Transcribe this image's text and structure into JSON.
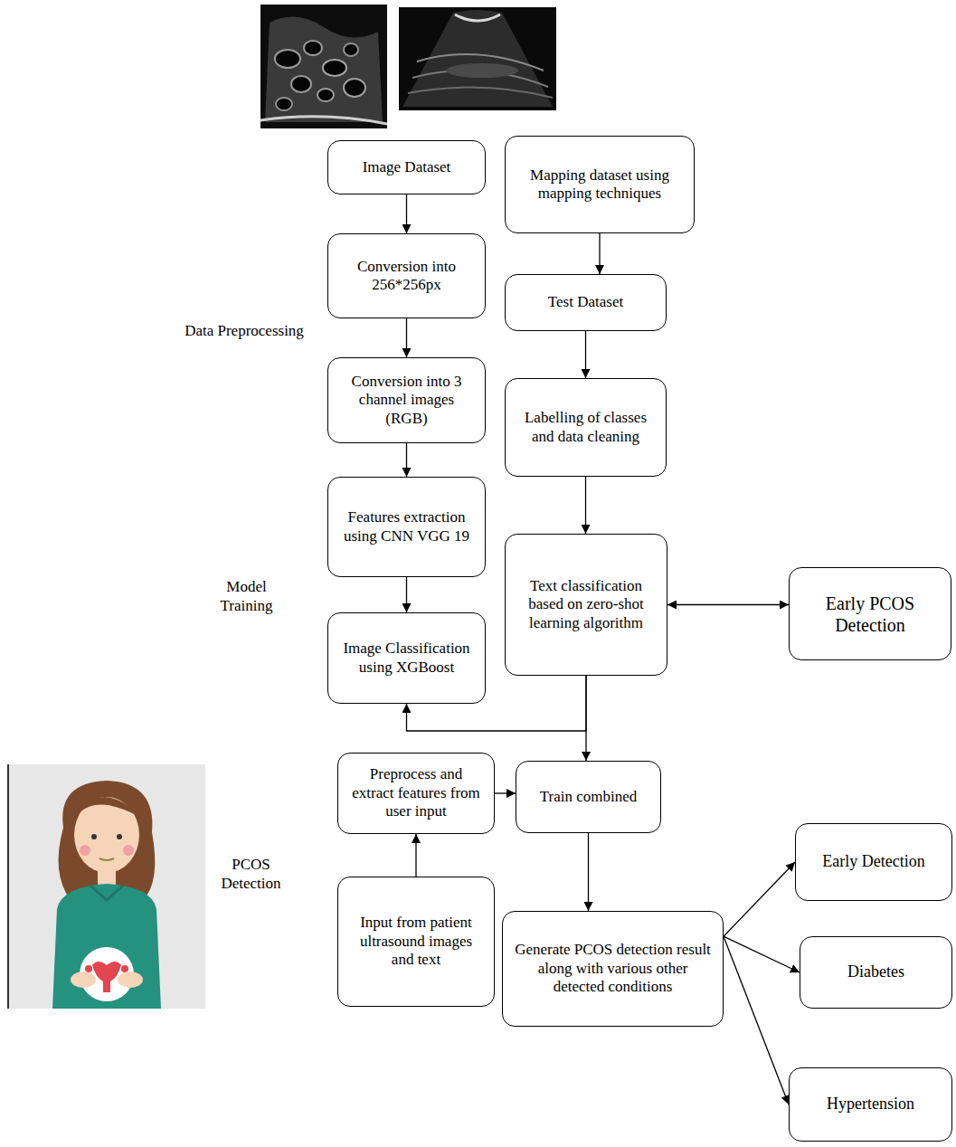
{
  "diagram": {
    "nodes": [
      {
        "text": [
          "Image Dataset"
        ]
      },
      {
        "text": [
          "Conversion into 256*256px"
        ]
      },
      {
        "text": [
          "Conversion into 3 channel images (RGB)"
        ]
      },
      {
        "text": [
          "Features extraction using CNN VGG 19"
        ]
      },
      {
        "text": [
          "Image Classification using XGBoost"
        ]
      },
      {
        "text": [
          "Mapping dataset using mapping techniques"
        ]
      },
      {
        "text": [
          "Test Dataset"
        ]
      },
      {
        "text": [
          "Labelling of classes and data cleaning"
        ]
      },
      {
        "text": [
          "Text classification based on zero-shot learning algorithm"
        ]
      },
      {
        "text": [
          "Early PCOS Detection"
        ]
      },
      {
        "text": [
          "Preprocess and extract features from user input"
        ]
      },
      {
        "text": [
          "Train combined"
        ]
      },
      {
        "text": [
          "Input from patient ultrasound images and text"
        ]
      },
      {
        "text": [
          "Generate PCOS detection result along with various other detected conditions"
        ]
      },
      {
        "text": [
          "Early Detection"
        ]
      },
      {
        "text": [
          "Diabetes"
        ]
      },
      {
        "text": [
          "Hypertension"
        ]
      }
    ],
    "edges": [
      {
        "from": 0,
        "to": 1,
        "arrow": "to"
      },
      {
        "from": 1,
        "to": 2,
        "arrow": "to"
      },
      {
        "from": 2,
        "to": 3,
        "arrow": "to"
      },
      {
        "from": 3,
        "to": 4,
        "arrow": "to"
      },
      {
        "from": 5,
        "to": 6,
        "arrow": "to"
      },
      {
        "from": 6,
        "to": 7,
        "arrow": "to"
      },
      {
        "from": 7,
        "to": 8,
        "arrow": "to"
      },
      {
        "from": 8,
        "to": 9,
        "arrow": "both"
      },
      {
        "from": 8,
        "to": 4,
        "arrow": "to"
      },
      {
        "from": 8,
        "to": 11,
        "arrow": "to"
      },
      {
        "from": 12,
        "to": 10,
        "arrow": "to"
      },
      {
        "from": 10,
        "to": 11,
        "arrow": "to"
      },
      {
        "from": 11,
        "to": 13,
        "arrow": "to"
      },
      {
        "from": 13,
        "to": 14,
        "arrow": "to"
      },
      {
        "from": 13,
        "to": 15,
        "arrow": "to"
      },
      {
        "from": 13,
        "to": 16,
        "arrow": "to"
      }
    ],
    "labels": [
      "Data Preprocessing",
      "Model Training",
      "PCOS Detection"
    ]
  }
}
